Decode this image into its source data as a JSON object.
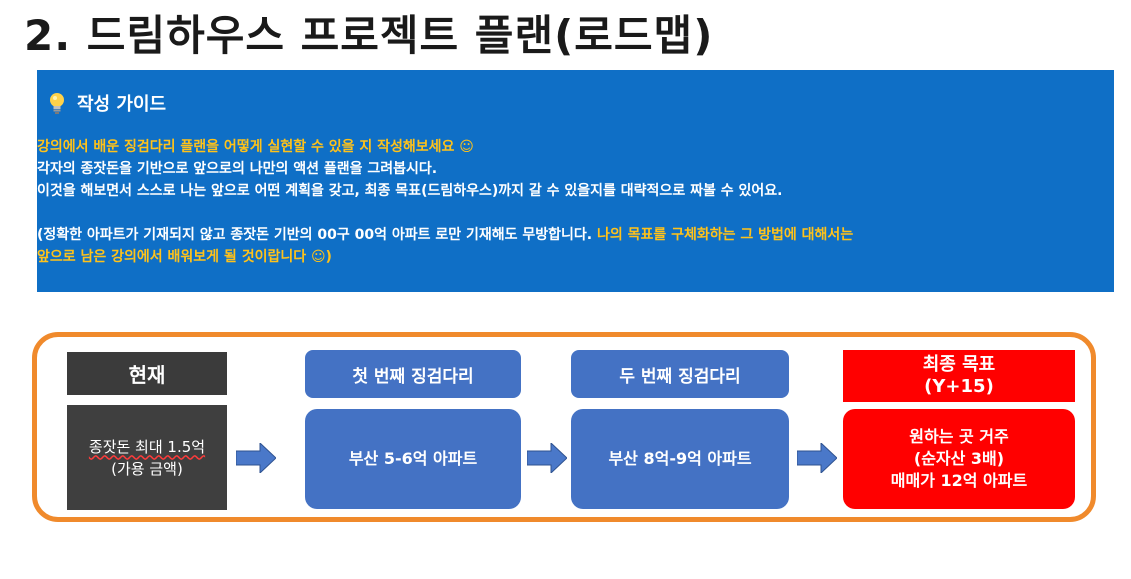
{
  "title": "2. 드림하우스 프로젝트 플랜(로드맵)",
  "guide": {
    "icon": "lightbulb-icon",
    "header": "작성 가이드",
    "line1": "강의에서 배운 징검다리 플랜을 어떻게 실현할 수 있을 지 작성해보세요 ☺",
    "line2": "각자의 종잣돈을 기반으로 앞으로의 나만의 액션 플랜을 그려봅시다.",
    "line3": "이것을 해보면서 스스로 나는 앞으로 어떤 계획을 갖고, 최종 목표(드림하우스)까지 갈 수 있을지를 대략적으로 짜볼 수 있어요.",
    "line4_white": "(정확한 아파트가 기재되지 않고 종잣돈 기반의 00구 00억 아파트 로만 기재해도 무방합니다.",
    "line4_yellow": " 나의 목표를 구체화하는 그 방법에 대해서는",
    "line5": "앞으로 남은 강의에서 배워보게 될 것이랍니다 ☺)"
  },
  "roadmap": {
    "stages": [
      {
        "label": "현재",
        "content_line1": "종잣돈 최대 1.5억",
        "content_line2": "(가용 금액)"
      },
      {
        "label": "첫 번째 징검다리",
        "content_line1": "부산 5-6억 아파트"
      },
      {
        "label": "두 번째 징검다리",
        "content_line1": "부산 8억-9억 아파트"
      },
      {
        "label_line1": "최종 목표",
        "label_line2": "(Y+15)",
        "content_line1": "원하는 곳 거주",
        "content_line2": "(순자산 3배)",
        "content_line3": "매매가 12억 아파트"
      }
    ]
  },
  "colors": {
    "guide_bg": "#0f6fc6",
    "highlight": "#ffc21a",
    "frame": "#f08a2c",
    "current_label": "#3b3b3b",
    "current_box": "#3f3f3f",
    "stage_blue": "#4472c4",
    "final_red": "#ff0000",
    "arrow": "#4a78c9"
  }
}
